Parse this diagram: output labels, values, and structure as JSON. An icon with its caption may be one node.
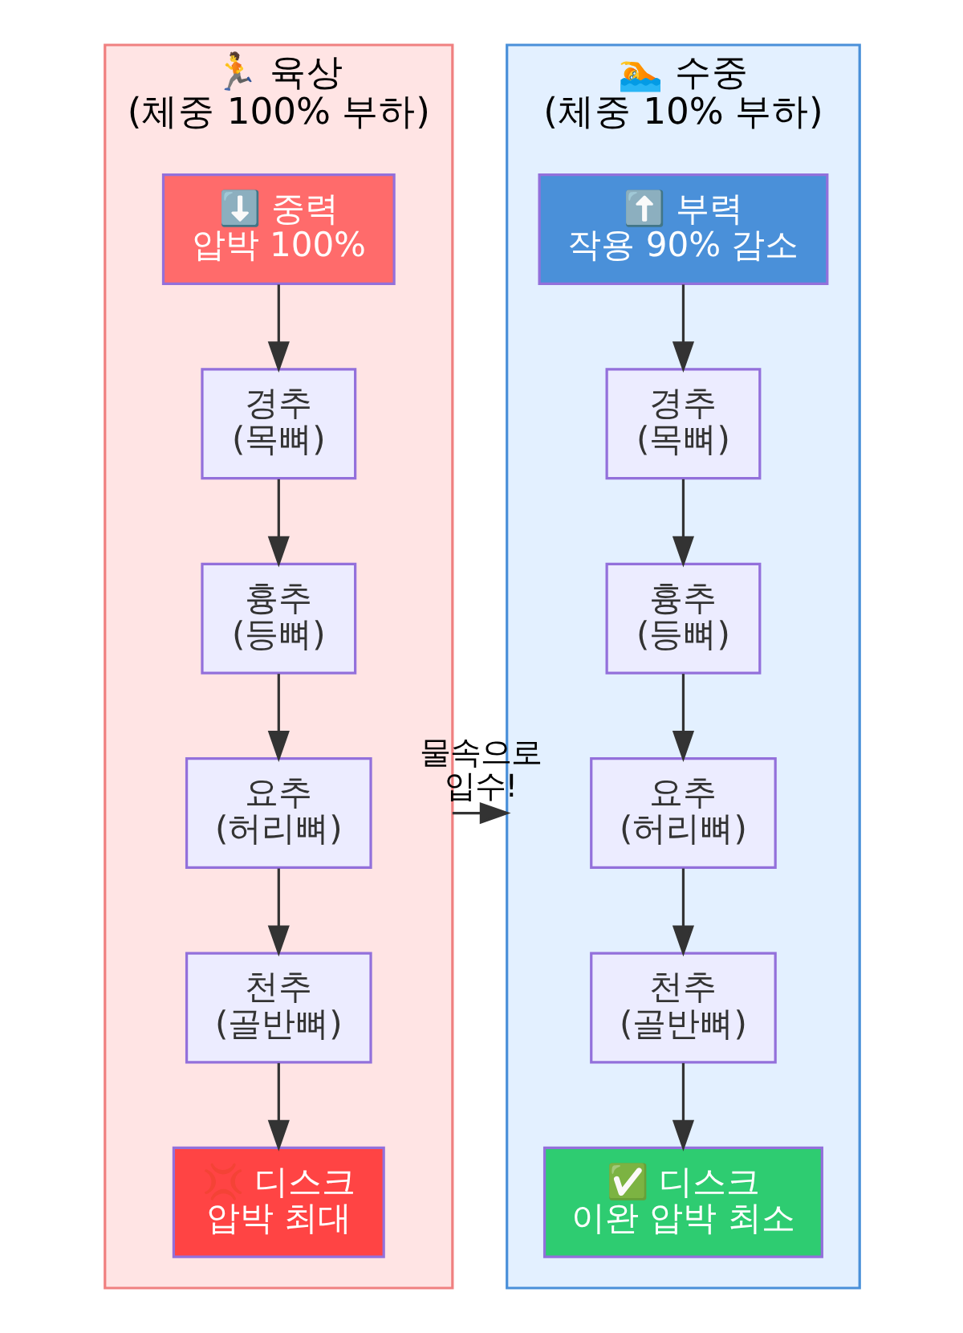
{
  "diagram": {
    "nodes": [
      {
        "text": [
          "🏃 육상 (체중 100% 부하)"
        ]
      },
      {
        "text": [
          "⬇️ 중력 압박 100%"
        ],
        "in": 0
      },
      {
        "text": [
          "경추 (목뼈)"
        ],
        "in": 0
      },
      {
        "text": [
          "흉추 (등뼈)"
        ],
        "in": 0
      },
      {
        "text": [
          "요추 (허리뼈)"
        ],
        "in": 0
      },
      {
        "text": [
          "천추 (골반뼈)"
        ],
        "in": 0
      },
      {
        "text": [
          "💢 디스크 압박 최대"
        ],
        "in": 0
      },
      {
        "text": [
          "🏊 수중 (체중 10% 부하)"
        ]
      },
      {
        "text": [
          "⬆️ 부력 작용 90% 감소"
        ],
        "in": 7
      },
      {
        "text": [
          "경추 (목뼈)"
        ],
        "in": 7
      },
      {
        "text": [
          "흉추 (등뼈)"
        ],
        "in": 7
      },
      {
        "text": [
          "요추 (허리뼈)"
        ],
        "in": 7
      },
      {
        "text": [
          "천추 (골반뼈)"
        ],
        "in": 7
      },
      {
        "text": [
          "✅ 디스크 이완 압박 최소"
        ],
        "in": 7
      }
    ],
    "edges": [
      {
        "from": 1,
        "to": 2,
        "arrow": "to"
      },
      {
        "from": 2,
        "to": 3,
        "arrow": "to"
      },
      {
        "from": 3,
        "to": 4,
        "arrow": "to"
      },
      {
        "from": 4,
        "to": 5,
        "arrow": "to"
      },
      {
        "from": 5,
        "to": 6,
        "arrow": "to"
      },
      {
        "from": 8,
        "to": 9,
        "arrow": "to"
      },
      {
        "from": 9,
        "to": 10,
        "arrow": "to"
      },
      {
        "from": 10,
        "to": 11,
        "arrow": "to"
      },
      {
        "from": 11,
        "to": 12,
        "arrow": "to"
      },
      {
        "from": 12,
        "to": 13,
        "arrow": "to"
      },
      {
        "from": 0,
        "to": 7,
        "label": "물속으로 입수!",
        "arrow": "to"
      }
    ]
  }
}
